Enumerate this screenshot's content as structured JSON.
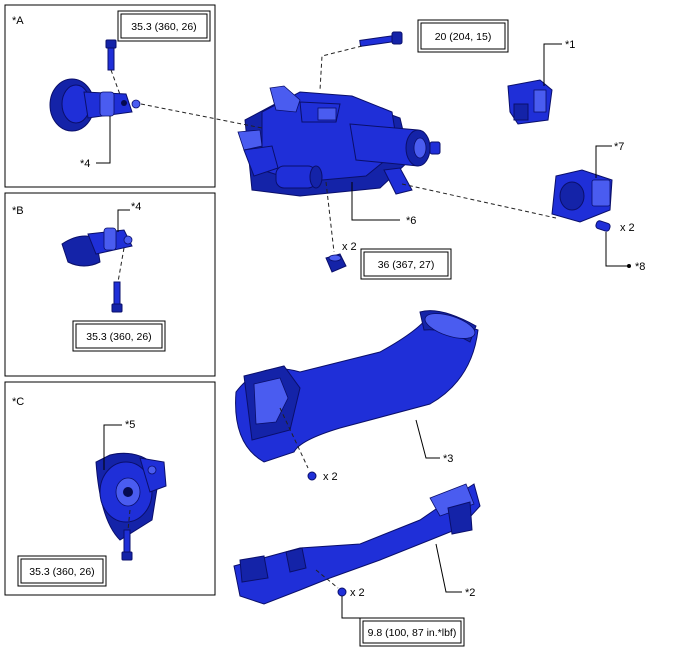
{
  "panels": {
    "a": {
      "label": "*A",
      "callout": "*4",
      "torque": "35.3 (360, 26)"
    },
    "b": {
      "label": "*B",
      "callout": "*4",
      "torque": "35.3 (360, 26)"
    },
    "c": {
      "label": "*C",
      "callout": "*5",
      "torque": "35.3 (360, 26)"
    }
  },
  "main": {
    "bolt_torque": "20 (204, 15)",
    "nut_torque": "36 (367, 27)",
    "nut_qty": "x 2",
    "screw_qty": "x 2",
    "pin_qty": "x 2",
    "bracket_qty": "x 2",
    "bracket_torque": "9.8 (100, 87 in.*lbf)",
    "callouts": {
      "c1": "*1",
      "c2": "*2",
      "c3": "*3",
      "c6": "*6",
      "c7": "*7",
      "c8": "*8"
    }
  },
  "colors": {
    "part": "#1f2fd8",
    "part_dark": "#1423a8",
    "outline": "#000000"
  }
}
